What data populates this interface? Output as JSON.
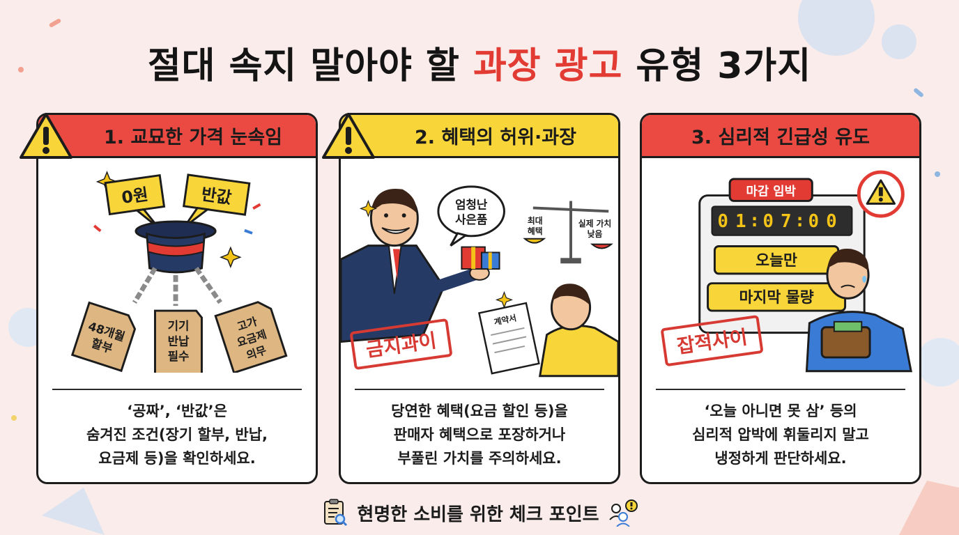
{
  "title": {
    "part1": "절대 속지 말아야 할 ",
    "accent": "과장 광고",
    "part2": " 유형 3가지"
  },
  "cards": [
    {
      "header": "1. 교묘한 가격 눈속임",
      "signs": [
        "0원",
        "반값"
      ],
      "tags": [
        {
          "lines": [
            "48개월",
            "할부"
          ]
        },
        {
          "lines": [
            "기기",
            "반납",
            "필수"
          ]
        },
        {
          "lines": [
            "고가",
            "요금제",
            "의무"
          ]
        }
      ],
      "desc": [
        "‘공짜’, ‘반값’은",
        "숨겨진 조건(장기 할부, 반납,",
        "요금제 등)을 확인하세요."
      ]
    },
    {
      "header": "2. 혜택의 허위·과장",
      "speech": [
        "엄청난",
        "사은품"
      ],
      "scale_left": [
        "최대",
        "혜택"
      ],
      "scale_right": [
        "실제 가치",
        "낮음"
      ],
      "contract": "계약서",
      "stamp": "금지과이",
      "desc": [
        "당연한 혜택(요금 할인 등)을",
        "판매자 혜택으로 포장하거나",
        "부풀린 가치를 주의하세요."
      ]
    },
    {
      "header": "3. 심리적 긴급성 유도",
      "deadline": "마감 임박",
      "timer": [
        "0",
        "1",
        "0",
        "7",
        "0",
        "0"
      ],
      "badges": [
        "오늘만",
        "마지막 물량"
      ],
      "stamp": "잡적사이",
      "desc": [
        "‘오늘 아니면 못 삼’ 등의",
        "심리적 압박에 휘둘리지 말고",
        "냉정하게 판단하세요."
      ]
    }
  ],
  "footer": "현명한 소비를 위한 체크 포인트",
  "colors": {
    "red": "#ea4a42",
    "yellow": "#f8d63a",
    "navy": "#263a66",
    "accent": "#e23b34"
  }
}
